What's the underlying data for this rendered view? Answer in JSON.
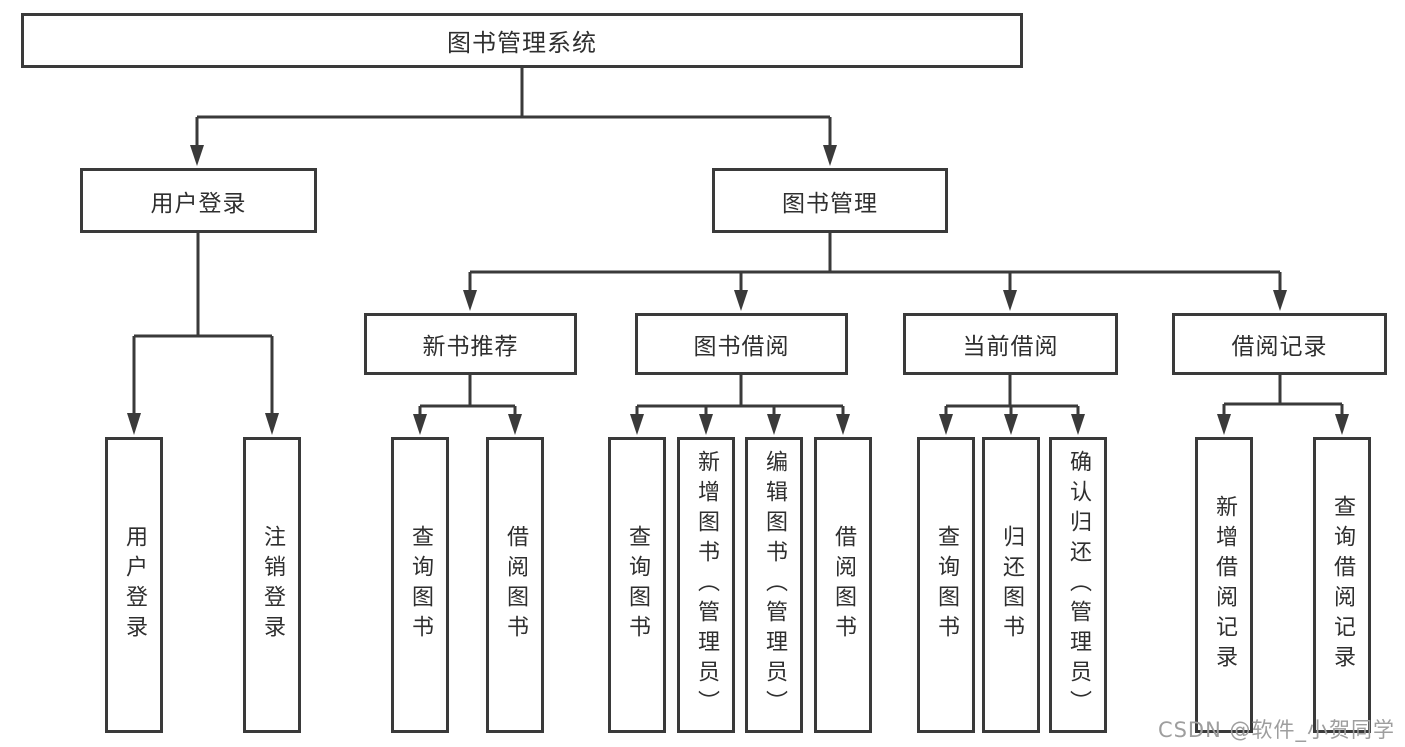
{
  "diagram_title": "图书管理系统",
  "nodes": {
    "root": "图书管理系统",
    "level2": {
      "user_login": "用户登录",
      "book_mgmt": "图书管理"
    },
    "level3": {
      "new_books": "新书推荐",
      "borrowing": "图书借阅",
      "current_borrow": "当前借阅",
      "borrow_records": "借阅记录"
    },
    "leaves": {
      "user_login": [
        "用户登录",
        "注销登录"
      ],
      "new_books": [
        "查询图书",
        "借阅图书"
      ],
      "borrowing": [
        "查询图书",
        "新增图书（管理员）",
        "编辑图书（管理员）",
        "借阅图书"
      ],
      "current_borrow": [
        "查询图书",
        "归还图书",
        "确认归还（管理员）"
      ],
      "borrow_records": [
        "新增借阅记录",
        "查询借阅记录"
      ]
    }
  },
  "watermark": "CSDN @软件_小贺同学",
  "colors": {
    "line": "#3a3a3a",
    "text": "#2f2f2f",
    "background": "#ffffff",
    "watermark": "#9e9e9e"
  }
}
